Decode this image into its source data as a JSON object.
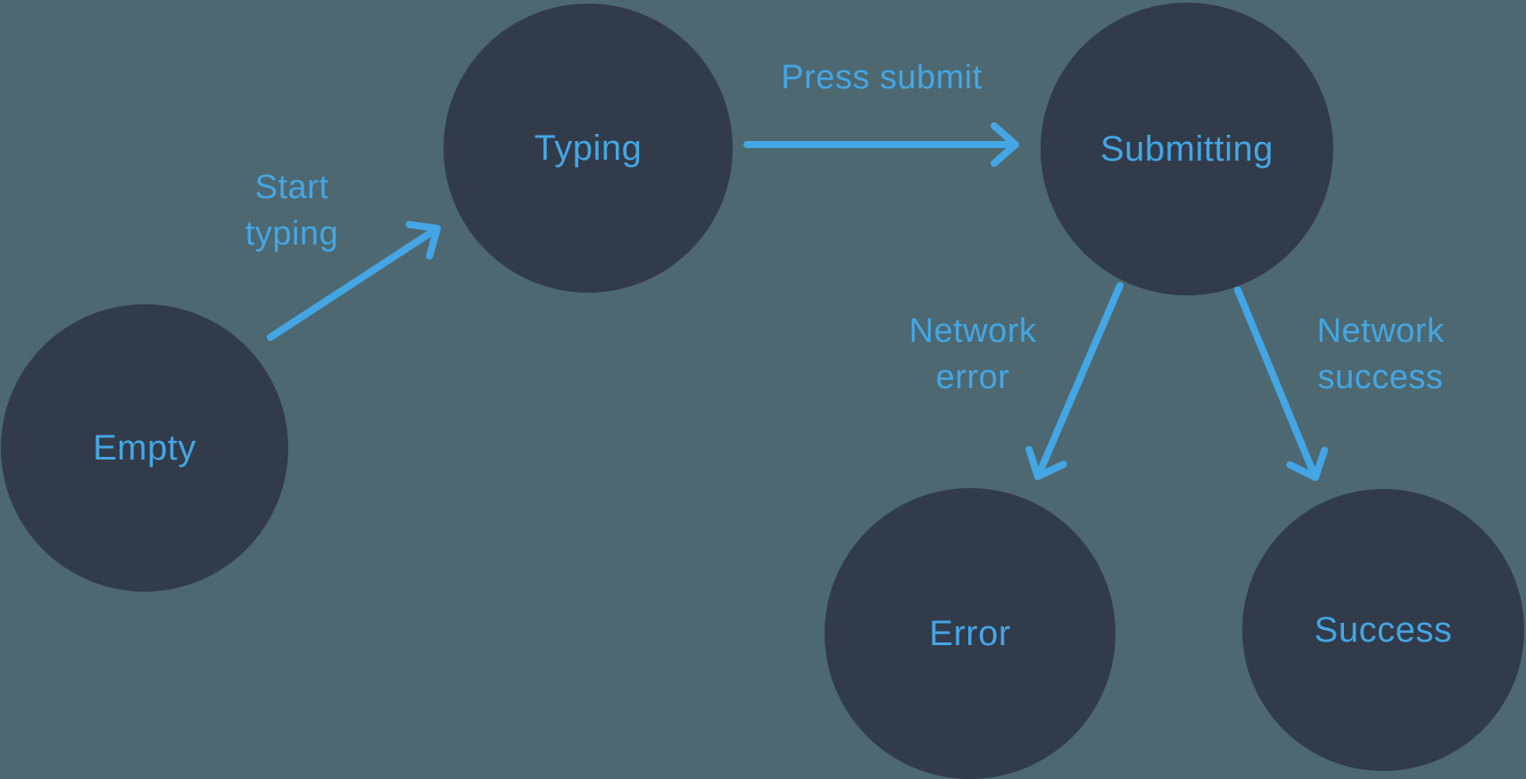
{
  "diagram": {
    "title": "form submission state machine",
    "background_color": "#4d6871",
    "node_color": "#323b49",
    "accent_color": "#44a6e4",
    "states": [
      {
        "id": "empty",
        "label": "Empty"
      },
      {
        "id": "typing",
        "label": "Typing"
      },
      {
        "id": "submitting",
        "label": "Submitting"
      },
      {
        "id": "error",
        "label": "Error"
      },
      {
        "id": "success",
        "label": "Success"
      }
    ],
    "transitions": [
      {
        "id": "start-typing",
        "label": "Start\ntyping",
        "from": "Empty",
        "to": "Typing"
      },
      {
        "id": "press-submit",
        "label": "Press submit",
        "from": "Typing",
        "to": "Submitting"
      },
      {
        "id": "network-error",
        "label": "Network\nerror",
        "from": "Submitting",
        "to": "Error"
      },
      {
        "id": "network-success",
        "label": "Network\nsuccess",
        "from": "Submitting",
        "to": "Success"
      }
    ]
  }
}
